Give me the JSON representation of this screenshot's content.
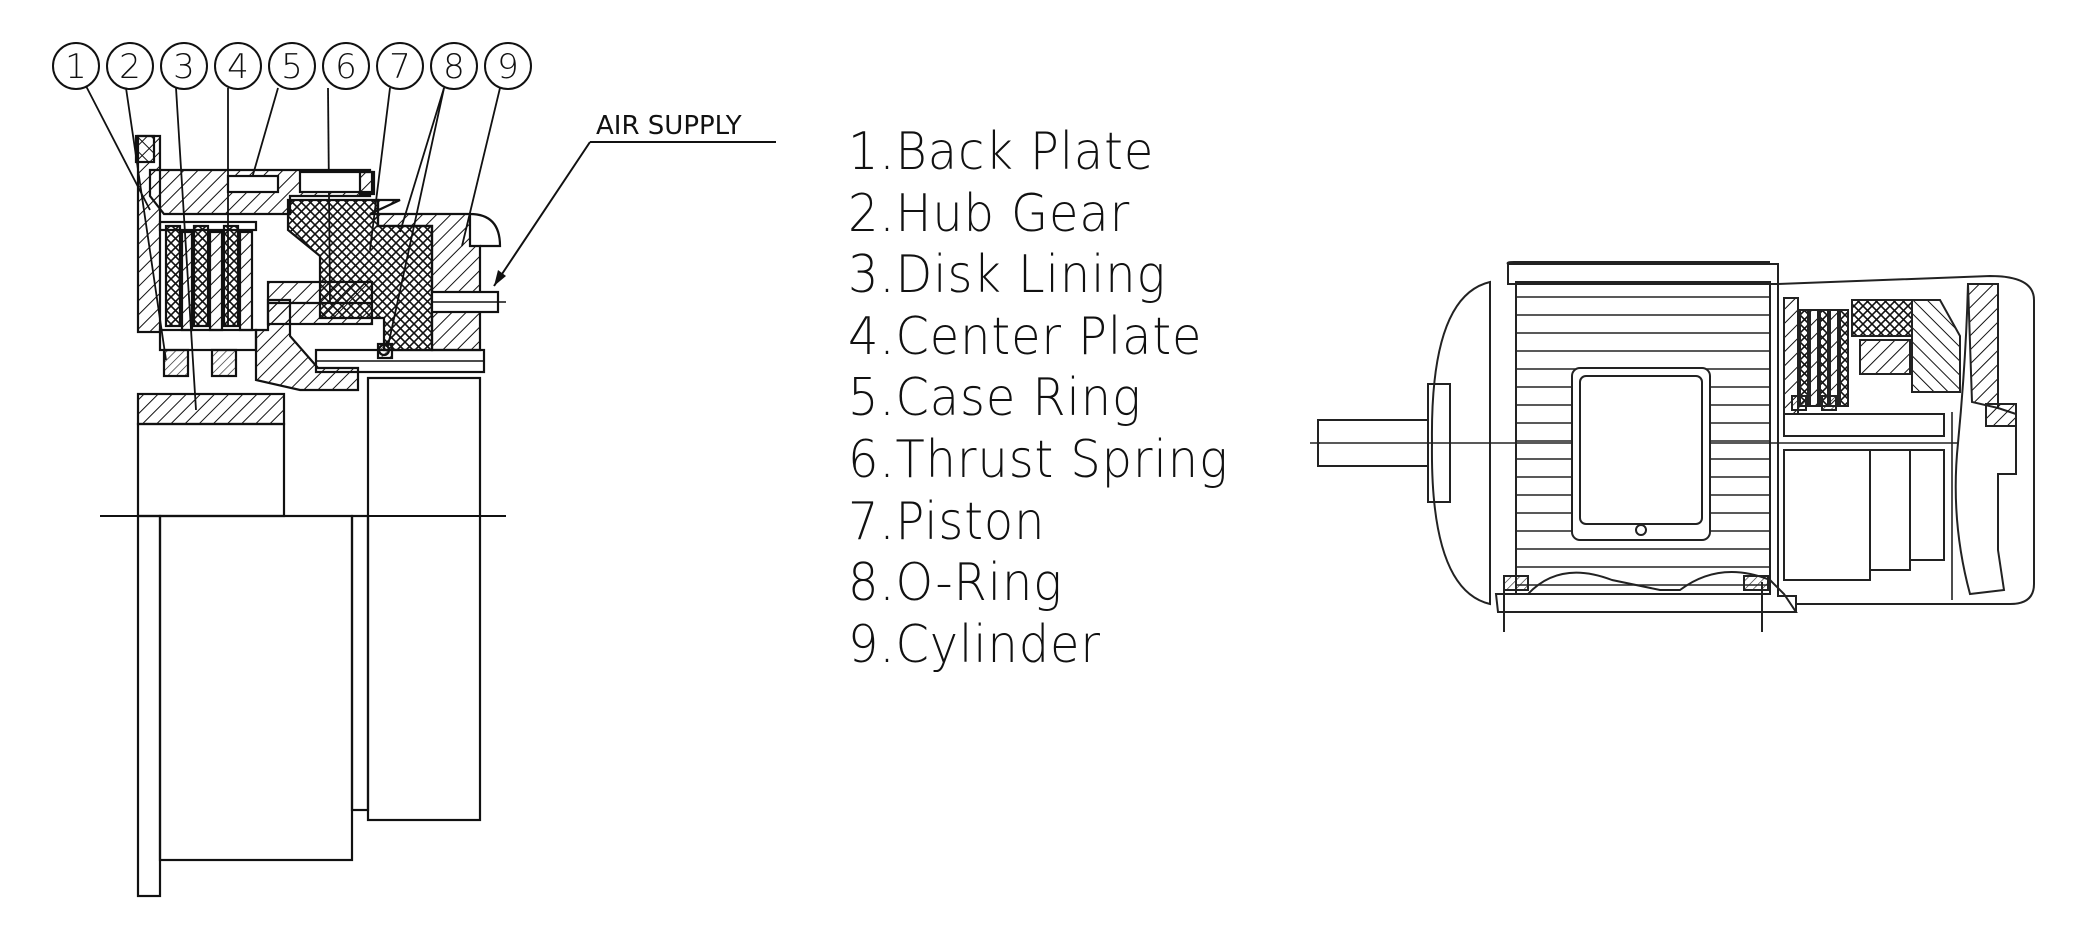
{
  "callout_numbers": [
    "1",
    "2",
    "3",
    "4",
    "5",
    "6",
    "7",
    "8",
    "9"
  ],
  "air_supply_label": "AIR SUPPLY",
  "legend": [
    {
      "text": "1.Back Plate"
    },
    {
      "text": "2.Hub Gear"
    },
    {
      "text": "3.Disk Lining"
    },
    {
      "text": "4.Center Plate"
    },
    {
      "text": "5.Case Ring"
    },
    {
      "text": "6.Thrust Spring"
    },
    {
      "text": "7.Piston"
    },
    {
      "text": "8.O-Ring"
    },
    {
      "text": "9.Cylinder"
    }
  ]
}
